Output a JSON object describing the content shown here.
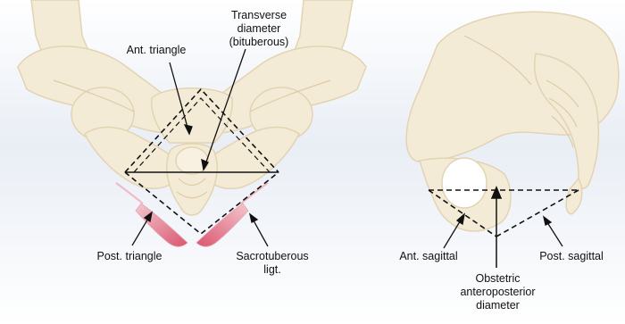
{
  "figure": {
    "labels": {
      "transverse": [
        "Transverse",
        "diameter",
        "(bituberous)"
      ],
      "ant_triangle": "Ant. triangle",
      "post_triangle": "Post. triangle",
      "sacrotuberous": [
        "Sacrotuberous",
        "ligt."
      ],
      "ant_sagittal": "Ant. sagittal",
      "post_sagittal": "Post. sagittal",
      "obstetric": [
        "Obstetric",
        "anteroposterior",
        "diameter"
      ]
    },
    "colors": {
      "background_top": "#ffffff",
      "background_mid": "#e9eef5",
      "bone_fill": "#f4ebd7",
      "bone_stroke": "#e2d3b2",
      "bone_shadow": "#ddcba6",
      "ligament": "#d9566e",
      "line": "#111111"
    }
  }
}
